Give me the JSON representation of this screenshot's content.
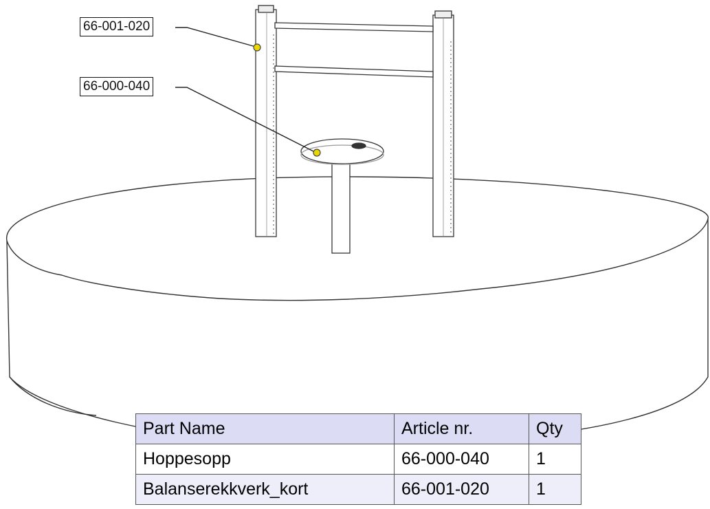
{
  "callouts": [
    {
      "label": "66-001-020"
    },
    {
      "label": "66-000-040"
    }
  ],
  "parts_table": {
    "headers": {
      "part_name": "Part Name",
      "article": "Article nr.",
      "qty": "Qty"
    },
    "rows": [
      {
        "part_name": "Hoppesopp",
        "article": "66-000-040",
        "qty": "1"
      },
      {
        "part_name": "Balanserekkverk_kort",
        "article": "66-001-020",
        "qty": "1"
      }
    ]
  },
  "colors": {
    "line": "#333333",
    "callout_dot": "#e8d800",
    "table_header": "#dcdcf4",
    "table_row_alt": "#eeeefa"
  }
}
